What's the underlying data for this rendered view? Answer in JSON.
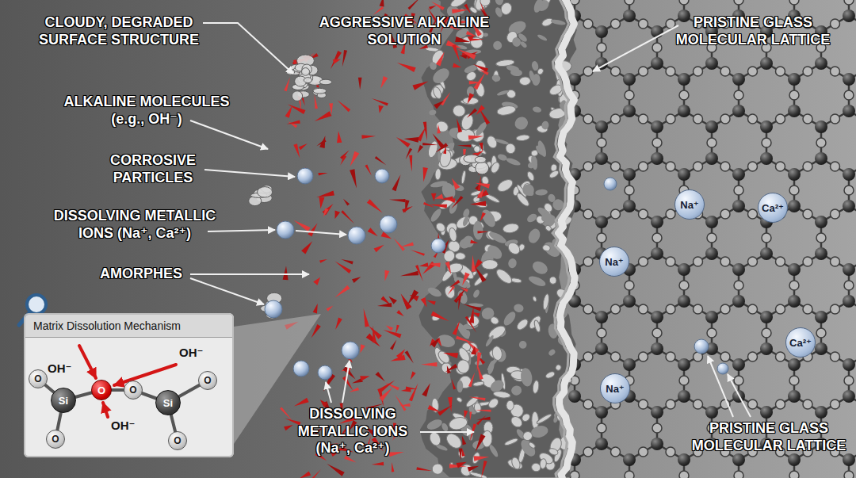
{
  "diagram": {
    "nodes": [
      {
        "text": [
          "Matrix Dissolution Mechanism"
        ]
      },
      {
        "text": [
          "O"
        ],
        "in": 0
      },
      {
        "text": [
          "Si"
        ],
        "in": 0
      },
      {
        "text": [
          "O"
        ],
        "in": 0
      },
      {
        "text": [
          "O"
        ],
        "in": 0
      },
      {
        "text": [
          "Si"
        ],
        "in": 0
      },
      {
        "text": [
          "O"
        ],
        "in": 0
      },
      {
        "text": [
          "O"
        ],
        "in": 0
      },
      {
        "text": [
          "O"
        ],
        "in": 0
      },
      {
        "text": [
          "Na⁺"
        ]
      },
      {
        "text": [
          "Ca²⁺"
        ]
      },
      {
        "text": [
          "Na⁺"
        ]
      },
      {
        "text": [
          "Ca²⁺"
        ]
      },
      {
        "text": [
          "Na⁺"
        ]
      }
    ],
    "labels": [
      "CLOUDY, DEGRADED SURFACE STRUCTURE",
      "AGGRESSIVE ALKALINE SOLUTION",
      "PRISTINE GLASS MOLECULAR LATTICE",
      "ALKALINE MOLECULES (e.g., OH⁻)",
      "CORROSIVE PARTICLES",
      "DISSOLVING METALLIC IONS (Na⁺, Ca²⁺)",
      "AMORPHES",
      "OH⁻",
      "OH⁻",
      "OH⁻",
      "DISSOLVING METALLIC IONS (Na⁺, Ca²⁺)",
      "PRISTINE GLASS MOLECULAR LATTICE"
    ]
  }
}
